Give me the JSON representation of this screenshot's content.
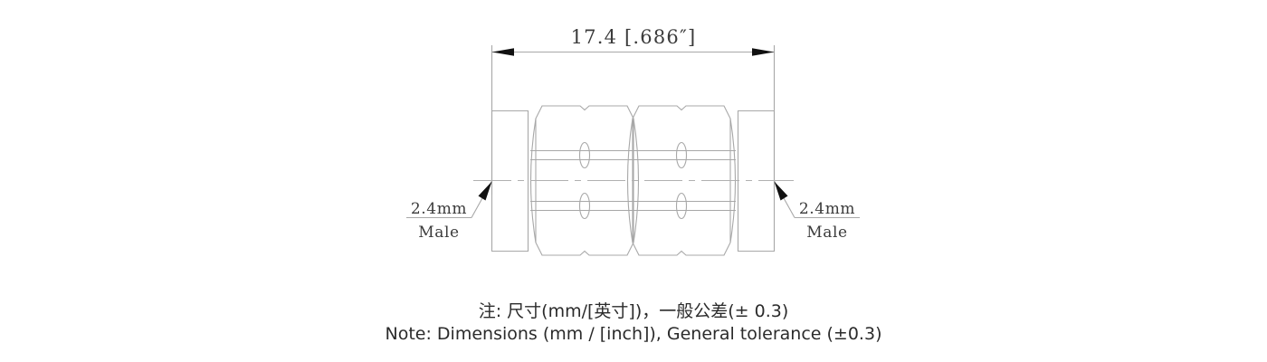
{
  "drawing": {
    "title_dimension": "17.4  [.686″]",
    "left_callout": {
      "size": "2.4mm",
      "gender": "Male"
    },
    "right_callout": {
      "size": "2.4mm",
      "gender": "Male"
    },
    "colors": {
      "line": "#a8a8a8",
      "centerline": "#b0b0b0",
      "arrow": "#111111",
      "text": "#3b3b3b",
      "note_text": "#2b2b2b",
      "background": "#ffffff"
    }
  },
  "notes": {
    "line_cn": "注: 尺寸(mm/[英寸])，一般公差(± 0.3)",
    "line_en": "Note: Dimensions (mm / [inch]), General tolerance (±0.3)"
  }
}
